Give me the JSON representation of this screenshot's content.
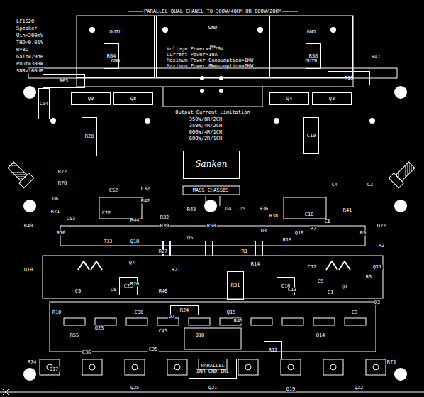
{
  "diagram": {
    "title": "PARALLEL DUAL CHANEL TO 300W/4OHM OR 600W/2OHM",
    "nodes": [
      {
        "text": [
          "OUTL",
          "GND"
        ]
      },
      {
        "text": [
          "GND",
          "B+",
          "B-"
        ]
      },
      {
        "text": [
          "GND",
          "OUTR"
        ]
      },
      {
        "text": [
          "R64"
        ],
        "in": 0
      },
      {
        "text": [
          "Voltage Power=+-70V",
          "Current Power=10A",
          "Maximum Power Consumption=1KW",
          "Maximum Power Consumption=2KW"
        ],
        "in": 1
      },
      {
        "text": [
          "R58"
        ],
        "in": 2
      },
      {
        "text": [
          "R63"
        ]
      },
      {
        "text": [
          "Q9"
        ]
      },
      {
        "text": [
          "Q8"
        ]
      },
      {
        "text": [
          "Q4"
        ]
      },
      {
        "text": [
          "Q3"
        ]
      },
      {
        "text": [
          "R13"
        ]
      },
      {
        "text": [
          "C54"
        ]
      },
      {
        "text": [
          "R28"
        ]
      },
      {
        "text": [
          "C19"
        ]
      },
      {
        "text": [
          "Sanken"
        ]
      },
      {
        "text": [
          "C23"
        ]
      },
      {
        "text": [
          "R31"
        ]
      },
      {
        "text": [
          "C16"
        ]
      },
      {
        "text": [
          "R24"
        ]
      },
      {
        "text": [
          "R12"
        ]
      },
      {
        "text": [
          "PARALLEL",
          "INR GND INL"
        ]
      }
    ],
    "labels": [
      "LF1520",
      "Speaker",
      "Uin=200mV",
      "THD<0.01%",
      "R=8Ω",
      "Gain=29dB",
      "Pout=300W",
      "SNR>100dB",
      "Output Current Limitation",
      "350W/8R/2CH",
      "350W/4R/2CH",
      "600W/4R/1CH",
      "600W/2R/1CH",
      "MASS CHASSIS",
      "R47",
      "R72",
      "R70",
      "D6",
      "R71",
      "R49",
      "C53",
      "C52",
      "C32",
      "R42",
      "R43",
      "C22",
      "R44",
      "R39",
      "R32",
      "R50",
      "D4",
      "D5",
      "R36",
      "R38",
      "C10",
      "R41",
      "C6",
      "C4",
      "C2",
      "D22",
      "R9",
      "R18",
      "R16",
      "R33",
      "Q18",
      "Q5",
      "D3",
      "Q16",
      "R7",
      "Q10",
      "Q7",
      "R27",
      "R1",
      "Q11",
      "R21",
      "R14",
      "C12",
      "R2",
      "C1",
      "Q1",
      "Q2",
      "C5",
      "R26",
      "C38",
      "Q15",
      "R45",
      "D7",
      "D10",
      "C43",
      "Q14",
      "C13",
      "C8",
      "C9",
      "R46",
      "Q23",
      "C35",
      "R55",
      "R74",
      "Q17",
      "Q25",
      "Q22",
      "Q19",
      "Q21",
      "C36",
      "R73",
      "C3",
      "R3",
      "R10"
    ]
  }
}
